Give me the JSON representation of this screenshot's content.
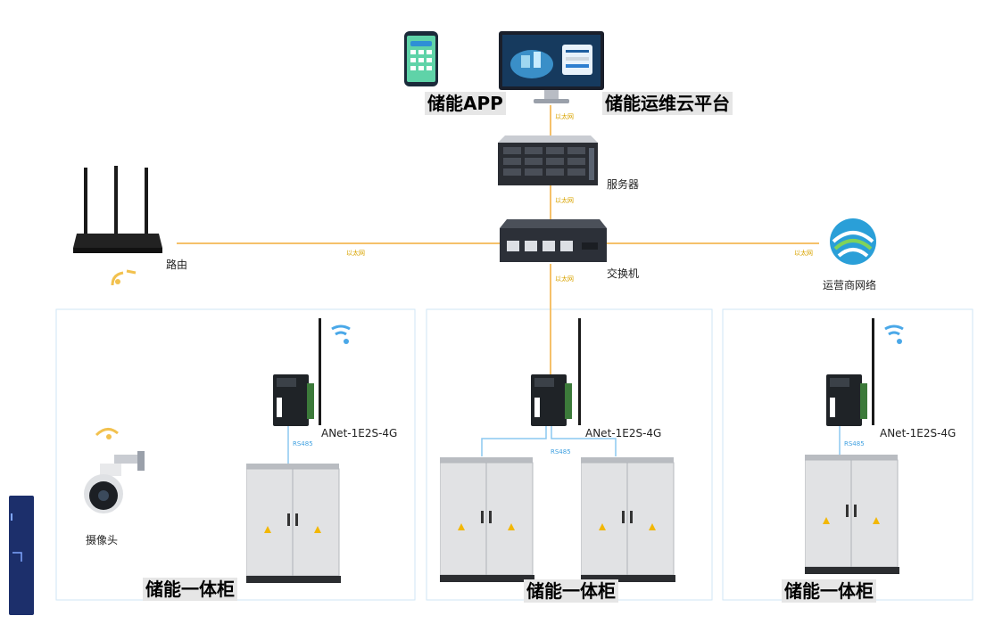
{
  "colors": {
    "ethernet_line": "#f5c16a",
    "rs485_line": "#8cc8f0",
    "zone_border": "#cfe6f6",
    "label_bg": "#e6e6e6",
    "wifi_icon": "#4aa8e8",
    "cabinet": "#dcdcdc",
    "operator_logo": "#2a9fd8"
  },
  "labels": {
    "app": "储能APP",
    "cloud_platform": "储能运维云平台",
    "server": "服务器",
    "switch": "交换机",
    "router": "路由",
    "operator_network": "运营商网络",
    "camera": "摄像头",
    "ethernet": "以太网",
    "rs485": "RS485"
  },
  "zones": [
    {
      "gateway_label": "ANet-1E2S-4G",
      "cabinet_label": "储能一体柜"
    },
    {
      "gateway_label": "ANet-1E2S-4G",
      "cabinet_label": "储能一体柜"
    },
    {
      "gateway_label": "ANet-1E2S-4G",
      "cabinet_label": "储能一体柜"
    }
  ]
}
